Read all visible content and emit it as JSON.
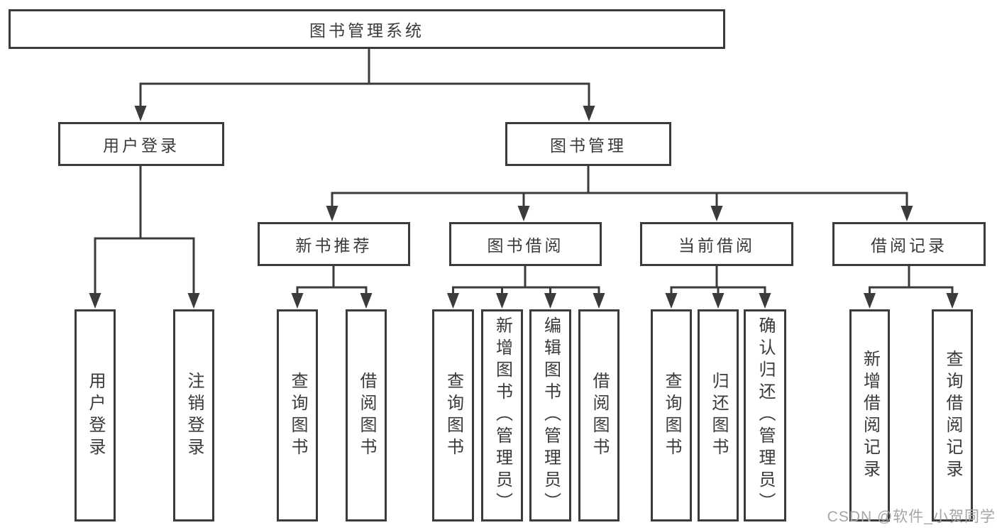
{
  "diagram": {
    "root": {
      "label": "图书管理系统"
    },
    "level2": [
      {
        "label": "用户登录"
      },
      {
        "label": "图书管理"
      }
    ],
    "level3": [
      {
        "label": "新书推荐",
        "parent": "图书管理"
      },
      {
        "label": "图书借阅",
        "parent": "图书管理"
      },
      {
        "label": "当前借阅",
        "parent": "图书管理"
      },
      {
        "label": "借阅记录",
        "parent": "图书管理"
      }
    ],
    "leaves": [
      {
        "label": "用户登录",
        "parent": "用户登录"
      },
      {
        "label": "注销登录",
        "parent": "用户登录"
      },
      {
        "label": "查询图书",
        "parent": "新书推荐"
      },
      {
        "label": "借阅图书",
        "parent": "新书推荐"
      },
      {
        "label": "查询图书",
        "parent": "图书借阅"
      },
      {
        "label": "新增图书（管理员）",
        "parent": "图书借阅"
      },
      {
        "label": "编辑图书（管理员）",
        "parent": "图书借阅"
      },
      {
        "label": "借阅图书",
        "parent": "图书借阅"
      },
      {
        "label": "查询图书",
        "parent": "当前借阅"
      },
      {
        "label": "归还图书",
        "parent": "当前借阅"
      },
      {
        "label": "确认归还（管理员）",
        "parent": "当前借阅"
      },
      {
        "label": "新增借阅记录",
        "parent": "借阅记录"
      },
      {
        "label": "查询借阅记录",
        "parent": "借阅记录"
      }
    ]
  },
  "watermark": {
    "text": "CSDN @软件_小贺同学"
  },
  "colors": {
    "line": "#3b3b3b",
    "text": "#3a3a3a",
    "background": "#ffffff",
    "watermark": "#a5a5a5"
  }
}
